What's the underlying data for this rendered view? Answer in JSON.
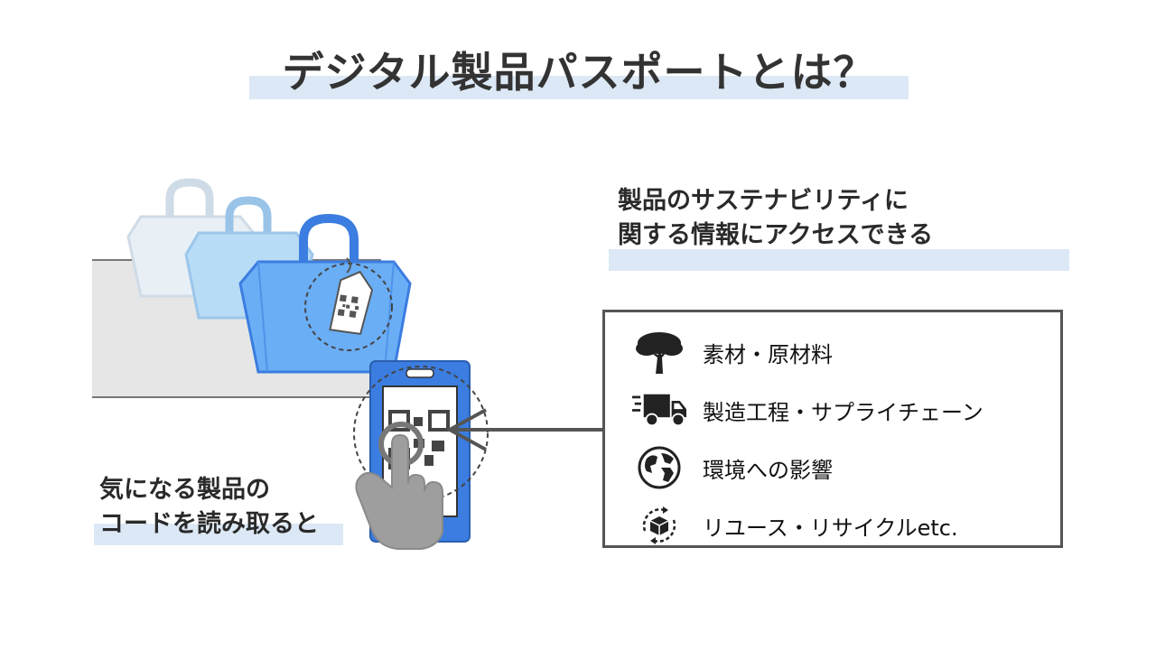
{
  "title": "デジタル製品パスポートとは？",
  "access_text": {
    "line1": "製品のサステナビリティに",
    "line2": "関する情報にアクセスできる"
  },
  "scan_text": {
    "line1": "気になる製品の",
    "line2": "コードを読み取ると"
  },
  "info_items": [
    {
      "icon": "tree-icon",
      "label": "素材・原材料"
    },
    {
      "icon": "truck-icon",
      "label": "製造工程・サプライチェーン"
    },
    {
      "icon": "globe-icon",
      "label": "環境への影響"
    },
    {
      "icon": "recycle-box-icon",
      "label": "リユース・リサイクルetc."
    }
  ],
  "colors": {
    "highlight": "#dce8f5",
    "bag_front": "#6aaef5",
    "bag_middle": "#b8dcf5",
    "bag_back": "#e8f0f6",
    "phone": "#3b7de0",
    "border": "#555555"
  }
}
